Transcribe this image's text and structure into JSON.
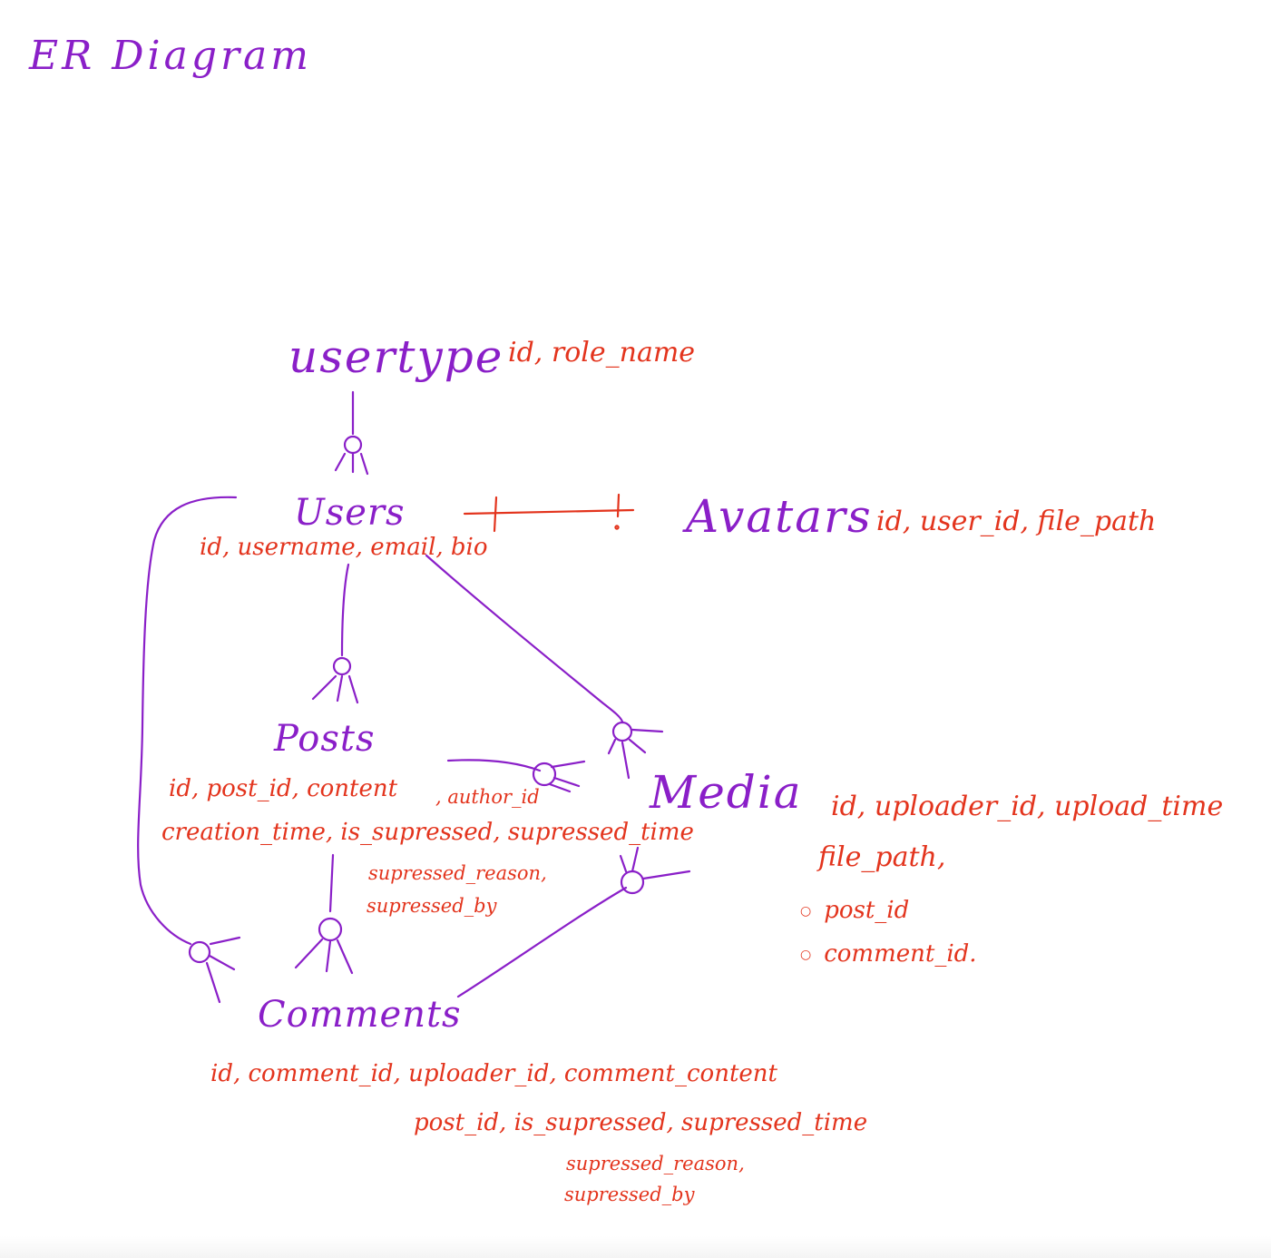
{
  "colors": {
    "ink_purple": "#8a1fc8",
    "ink_red": "#e3341d"
  },
  "title": "ER Diagram",
  "entities": {
    "usertype": {
      "name": "usertype",
      "attributes": "id, role_name"
    },
    "users": {
      "name": "Users",
      "attributes": "id, username, email, bio"
    },
    "avatars": {
      "name": "Avatars",
      "attributes": "id, user_id, file_path"
    },
    "posts": {
      "name": "Posts",
      "attributes_line1": "id, post_id, content",
      "attributes_line1b": ", author_id",
      "attributes_line2": "creation_time, is_supressed, supressed_time",
      "attributes_line3": "supressed_reason,",
      "attributes_line4": "supressed_by"
    },
    "media": {
      "name": "Media",
      "attributes_line1": "id, uploader_id, upload_time",
      "attributes_line2": "file_path,",
      "bullets": [
        "post_id",
        "comment_id."
      ]
    },
    "comments": {
      "name": "Comments",
      "attributes_line1": "id, comment_id, uploader_id, comment_content",
      "attributes_line2": "post_id, is_supressed, supressed_time",
      "attributes_line3": "supressed_reason,",
      "attributes_line4": "supressed_by"
    }
  },
  "relationships": [
    {
      "from": "usertype",
      "to": "users",
      "type": "one-to-many"
    },
    {
      "from": "users",
      "to": "avatars",
      "type": "one-to-one"
    },
    {
      "from": "users",
      "to": "posts",
      "type": "one-to-many"
    },
    {
      "from": "users",
      "to": "media",
      "type": "one-to-many"
    },
    {
      "from": "users",
      "to": "comments",
      "type": "one-to-many"
    },
    {
      "from": "posts",
      "to": "comments",
      "type": "one-to-many"
    },
    {
      "from": "posts",
      "to": "media",
      "type": "one-to-many"
    },
    {
      "from": "comments",
      "to": "media",
      "type": "one-to-many"
    }
  ]
}
